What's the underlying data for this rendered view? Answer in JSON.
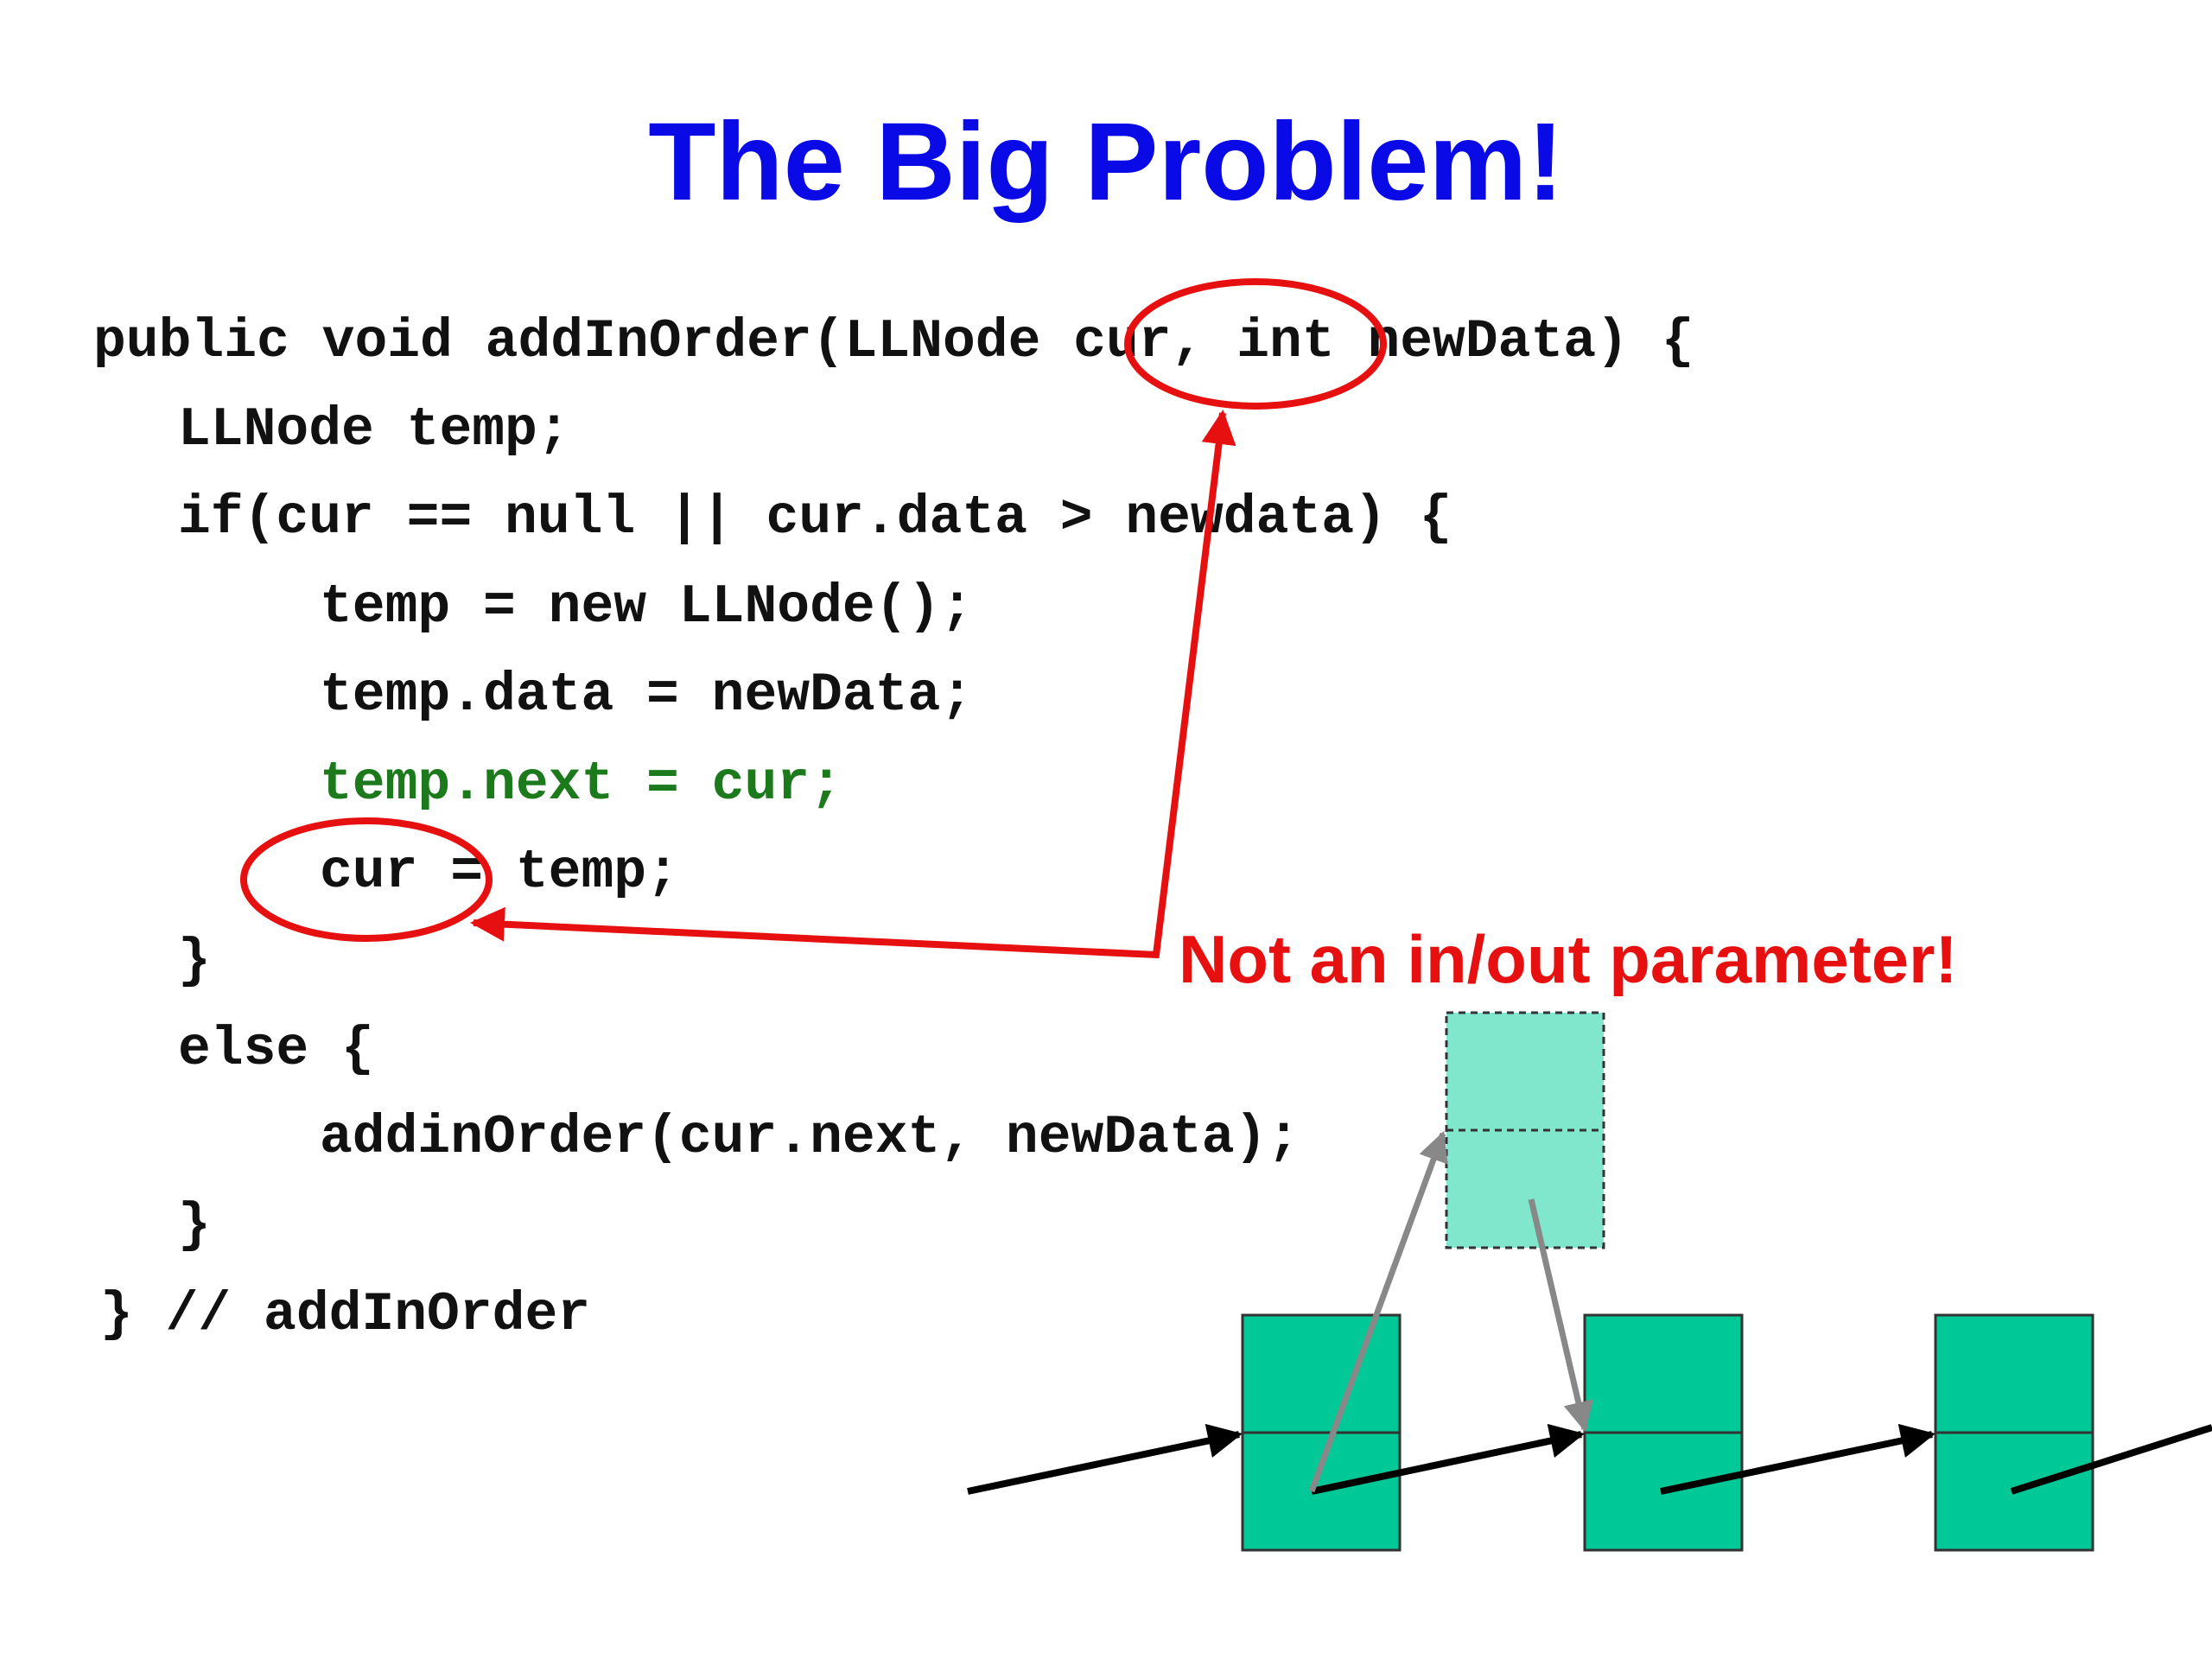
{
  "title": "The Big Problem!",
  "code_lines": [
    "public void addInOrder(LLNode cur, int newData) {",
    "LLNode temp;",
    "if(cur == null || cur.data > newdata) {",
    "temp = new LLNode();",
    "temp.data = newData;",
    "temp.next = cur;",
    "cur = temp;",
    "}",
    "else {",
    "addinOrder(cur.next, newData);",
    "}",
    "} // addInOrder"
  ],
  "callout": "Not an in/out parameter!",
  "colors": {
    "title": "#0a0ae6",
    "code": "#111111",
    "highlight_line": "#1c7a1c",
    "annotation": "#e61010",
    "node_fill": "#00c896",
    "new_node_fill": "#80e6cc",
    "pointer": "#000000",
    "new_pointer": "#888888"
  },
  "diagram": {
    "list_node_count": 3,
    "new_node_count": 1
  }
}
